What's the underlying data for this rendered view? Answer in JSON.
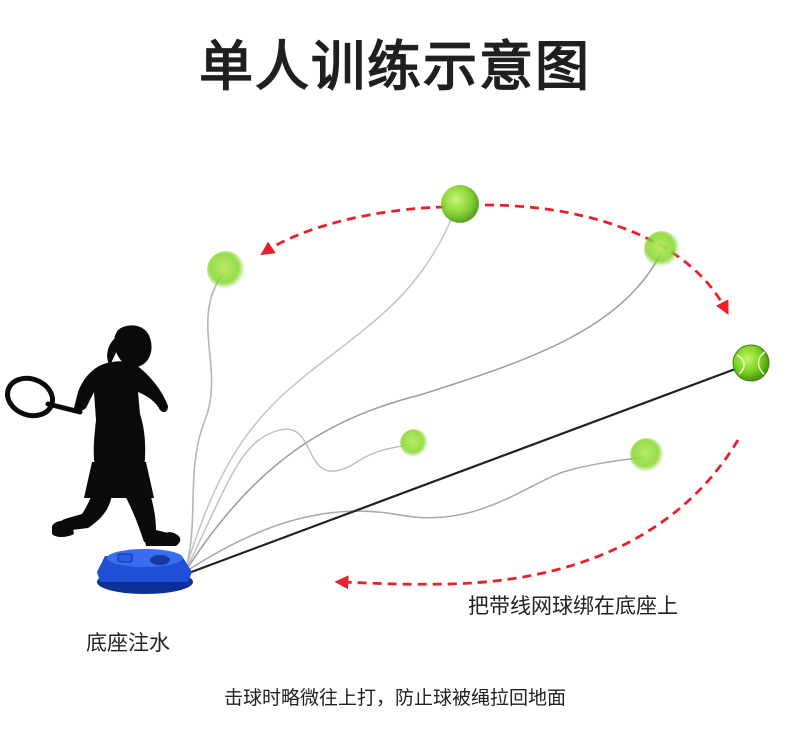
{
  "title": "单人训练示意图",
  "labels": {
    "base": "底座注水",
    "ball_attached": "把带线网球绑在底座上",
    "instruction": "击球时略微往上打，防止球被绳拉回地面"
  },
  "colors": {
    "ball": "#7ed321",
    "arrow": "#e8202a",
    "base": "#1f4fd6",
    "rope": "#222222",
    "player": "#0a0a0a"
  }
}
